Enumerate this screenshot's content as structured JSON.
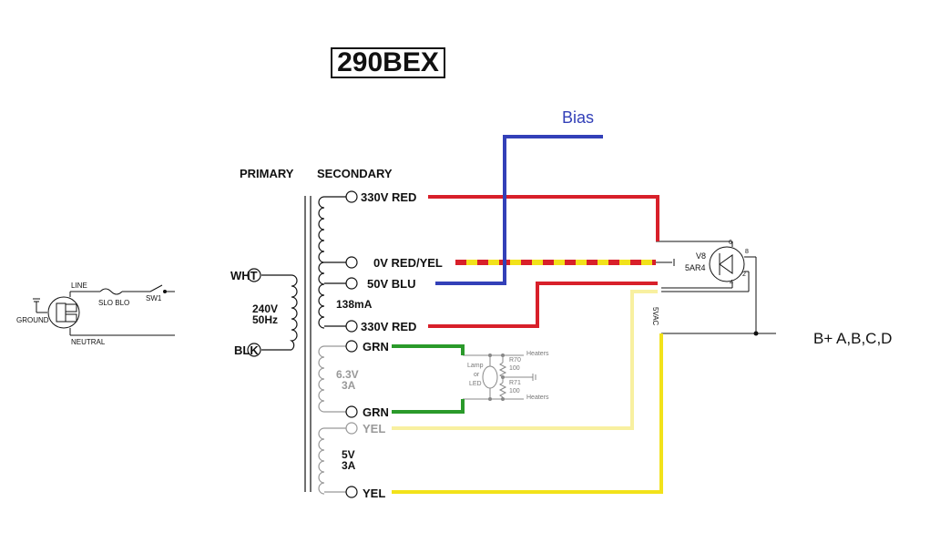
{
  "title": "290BEX",
  "bias_label": "Bias",
  "bplus_label": "B+  A,B,C,D",
  "header": {
    "primary": "PRIMARY",
    "secondary": "SECONDARY"
  },
  "primary": {
    "wht": "WHT",
    "blk": "BLK",
    "voltage": "240V",
    "freq": "50Hz"
  },
  "secondary": {
    "tap1": "330V  RED",
    "tap2": "0V  RED/YEL",
    "tap3": "50V  BLU",
    "current": "138mA",
    "tap4": "330V  RED",
    "grn_top": "GRN",
    "heater_v": "6.3V",
    "heater_a": "3A",
    "grn_bottom": "GRN",
    "yel_top": "YEL",
    "rect_v": "5V",
    "rect_a": "3A",
    "yel_bottom": "YEL"
  },
  "mains": {
    "line": "LINE",
    "slo_blo": "SLO BLO",
    "sw1": "SW1",
    "ground": "GROUND",
    "neutral": "NEUTRAL"
  },
  "heater_circuit": {
    "heaters_top": "Heaters",
    "heaters_bottom": "Heaters",
    "r70": "R70",
    "r70_val": "100",
    "r71": "R71",
    "r71_val": "100",
    "lamp": "Lamp",
    "or": "or",
    "led": "LED"
  },
  "rectifier": {
    "ref": "V8",
    "type": "5AR4",
    "pin6": "6",
    "pin8": "8",
    "pin2": "2",
    "pin4": "4",
    "vac": "5VAC"
  },
  "colors": {
    "red": "#d8202a",
    "blue": "#3340b8",
    "yellow": "#f2e21a",
    "pale_yellow": "#f8f0a0",
    "green": "#2a9a2a",
    "ink": "#111111",
    "grey": "#999999"
  }
}
